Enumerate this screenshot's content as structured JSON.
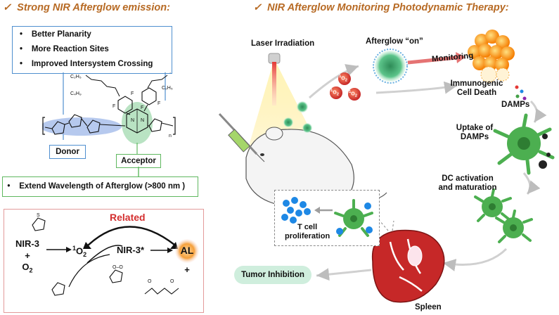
{
  "left": {
    "title": "Strong NIR Afterglow emission:",
    "features": [
      "Better Planarity",
      "More Reaction Sites",
      "Improved Intersystem Crossing"
    ],
    "donor_label": "Donor",
    "acceptor_label": "Acceptor",
    "extend_text": "Extend Wavelength of Afterglow (>800 nm )",
    "mechanism": {
      "related": "Related",
      "reactant1": "NIR-3",
      "plus": "+",
      "reactant2_main": "O",
      "reactant2_sub": "2",
      "singlet_sup": "1",
      "singlet_main": "O",
      "singlet_sub": "2",
      "excited": "NIR-3*",
      "al": "AL"
    }
  },
  "right": {
    "title": "NIR Afterglow Monitoring Photodynamic Therapy:",
    "laser": "Laser Irradiation",
    "afterglow_on": "Afterglow “on”",
    "monitoring": "Monitoring",
    "icd_line1": "Immunogenic",
    "icd_line2": "Cell Death",
    "damps": "DAMPs",
    "uptake_line1": "Uptake of",
    "uptake_line2": "DAMPs",
    "dc_line1": "DC activation",
    "dc_line2": "and maturation",
    "tcell_line1": "T cell",
    "tcell_line2": "proliferation",
    "tumor": "Tumor Inhibition",
    "spleen": "Spleen",
    "o2_sup": "1",
    "o2_main": "O",
    "o2_sub": "2"
  },
  "colors": {
    "title": "#b76a24",
    "blue_box": "#4f8fcf",
    "green_box": "#5fb85f",
    "pink_box": "#e39a9a",
    "related": "#d32f2f",
    "al_glow": "#f5a03a"
  }
}
